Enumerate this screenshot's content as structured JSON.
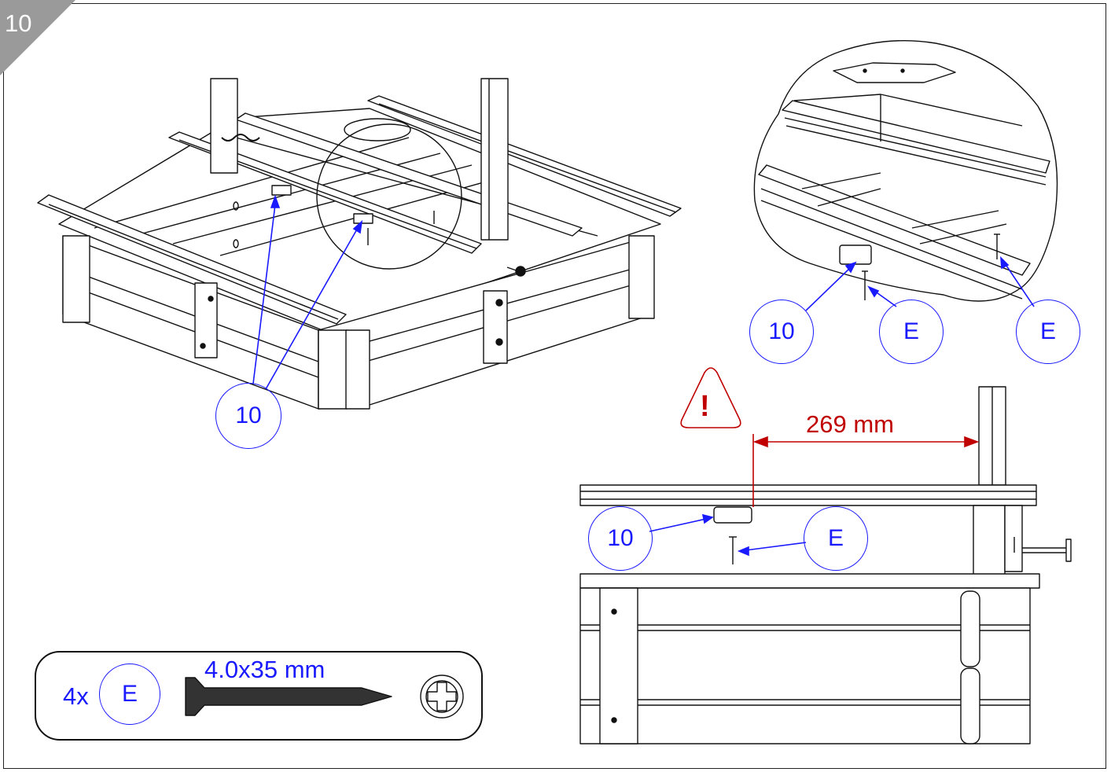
{
  "step": {
    "number": "10"
  },
  "callouts": {
    "main_part": "10",
    "detail_part": "10",
    "detail_screw_a": "E",
    "detail_screw_b": "E",
    "side_part": "10",
    "side_screw": "E"
  },
  "dimension": {
    "label": "269 mm",
    "color": "#c00000"
  },
  "warning": {
    "symbol": "!"
  },
  "parts_list": {
    "quantity": "4x",
    "part_letter": "E",
    "screw_size": "4.0x35 mm"
  },
  "colors": {
    "callout": "#1a1aff",
    "dimension": "#c00000",
    "outline": "#111111",
    "badge": "#9a9a9a"
  }
}
